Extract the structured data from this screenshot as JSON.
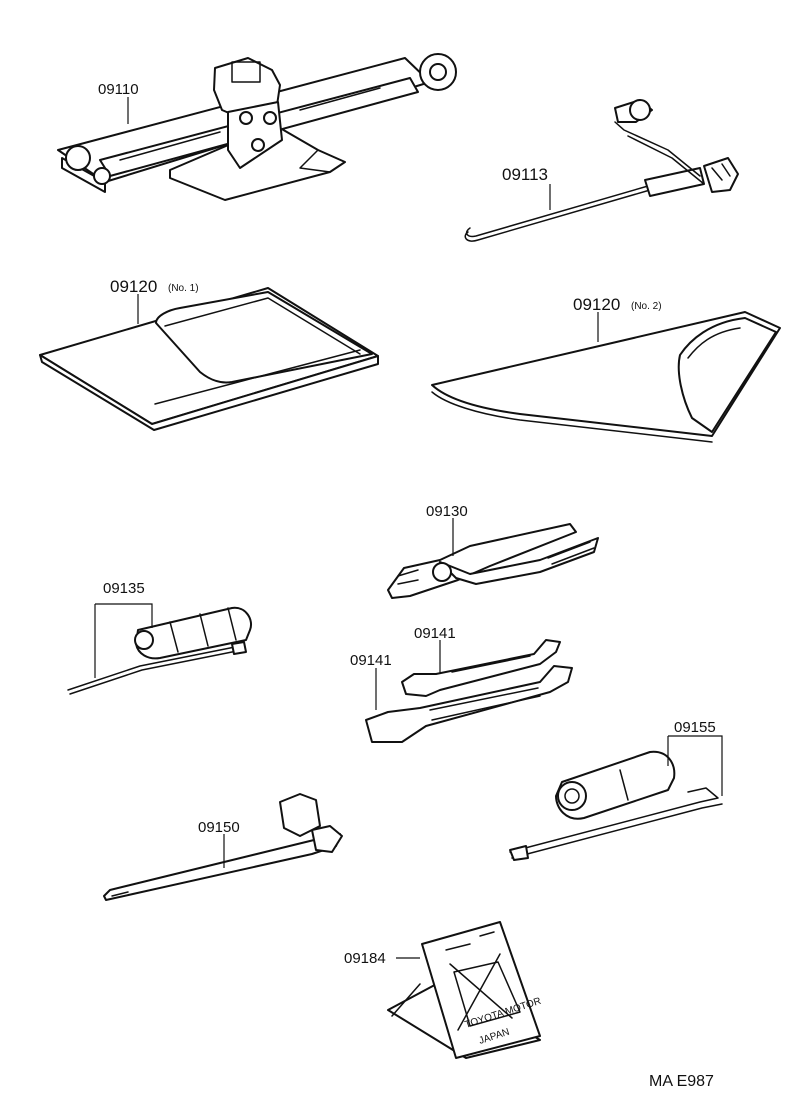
{
  "parts": {
    "jack": "09110",
    "jack_handle": "09113",
    "tool_bag_no1": "09120",
    "tool_bag_no1_note": "(No. 1)",
    "tool_bag_no2": "09120",
    "tool_bag_no2_note": "(No. 2)",
    "pliers": "09130",
    "screwdriver": "09135",
    "wrench_small": "09141",
    "wrench_large": "09141",
    "lug_wrench": "09150",
    "plug_wrench": "09155",
    "warning_triangle": "09184"
  },
  "plate_text": {
    "line1": "TOYOTA MOTOR",
    "line2": "JAPAN"
  },
  "footer": "MA  E987"
}
